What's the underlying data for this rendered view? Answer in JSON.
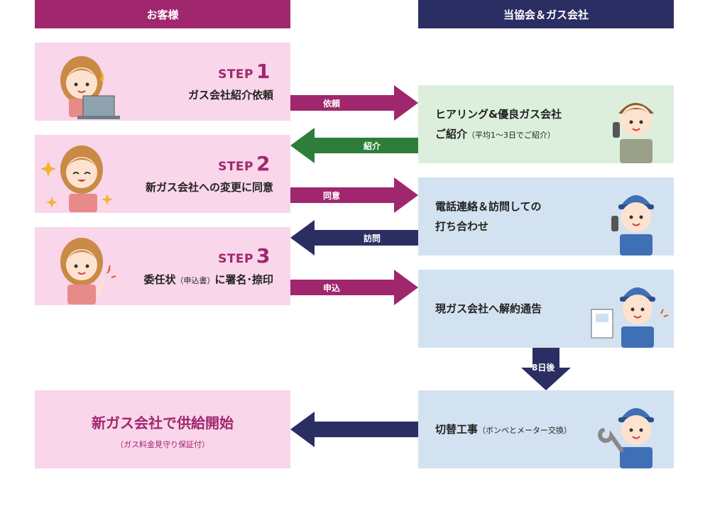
{
  "headers": {
    "customer": "お客様",
    "association": "当協会＆ガス会社"
  },
  "steps": [
    {
      "step_word": "STEP",
      "number": "1",
      "text": "ガス会社紹介依頼",
      "small": ""
    },
    {
      "step_word": "STEP",
      "number": "2",
      "text": "新ガス会社への変更に同意",
      "small": ""
    },
    {
      "step_word": "STEP",
      "number": "3",
      "text_before": "委任状",
      "small": "（申込書）",
      "text_after": "に署名･捺印"
    }
  ],
  "right_boxes": [
    {
      "line1": "ヒアリング&優良ガス会社",
      "line2": "ご紹介",
      "small": "（平均1～3日でご紹介）"
    },
    {
      "line1": "電話連絡＆訪問しての",
      "line2": "打ち合わせ"
    },
    {
      "line1": "現ガス会社へ解約通告"
    },
    {
      "line1": "切替工事",
      "small": "（ボンベとメーター交換）"
    }
  ],
  "arrows": {
    "request": "依頼",
    "introduction": "紹介",
    "agree": "同意",
    "visit": "訪問",
    "apply": "申込",
    "days_after": "8日後"
  },
  "final": {
    "title": "新ガス会社で供給開始",
    "subtitle": "（ガス料金見守り保証付）"
  },
  "colors": {
    "magenta": "#a0266e",
    "navy": "#2b2e62",
    "green": "#2e7d3a",
    "pink_bg": "#f9d6e9",
    "green_bg": "#dcefdc",
    "blue_bg": "#d3e2f0"
  }
}
